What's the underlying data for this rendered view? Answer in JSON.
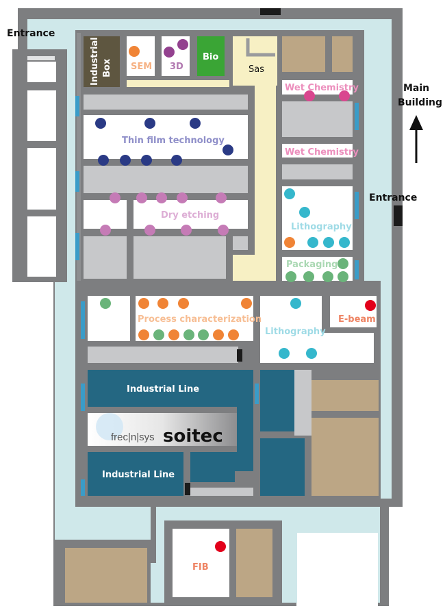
{
  "labels": {
    "entrance_top_left": "Entrance",
    "entrance_right": "Entrance",
    "main_building_line1": "Main",
    "main_building_line2": "Building",
    "industrial_box_line1": "Industrial",
    "industrial_box_line2": "Box",
    "sem": "SEM",
    "three_d": "3D",
    "bio": "Bio",
    "sas": "Sas",
    "wet_chemistry_1": "Wet Chemistry",
    "wet_chemistry_2": "Wet Chemistry",
    "thin_film": "Thin film technology",
    "dry_etching": "Dry etching",
    "lithography_1": "Lithography",
    "packaging": "Packaging",
    "process_characterization": "Process characterization",
    "lithography_2": "Lithography",
    "e_beam": "E-beam",
    "industrial_line_1": "Industrial Line",
    "industrial_line_2": "Industrial Line",
    "fib": "FIB"
  },
  "logos": {
    "frecnsys": "frec|n|sys",
    "soitec": "soitec"
  },
  "colors": {
    "sem": "#f08436",
    "three_d": "#93418f",
    "bio": "#3aa535",
    "thin_film": "#2a3a85",
    "dry_etching": "#c57bb6",
    "wet_chemistry": "#d9478f",
    "lithography": "#35b7cc",
    "packaging": "#6ab47a",
    "process": "#f08436",
    "e_beam": "#e2001a",
    "industrial": "#246782"
  }
}
